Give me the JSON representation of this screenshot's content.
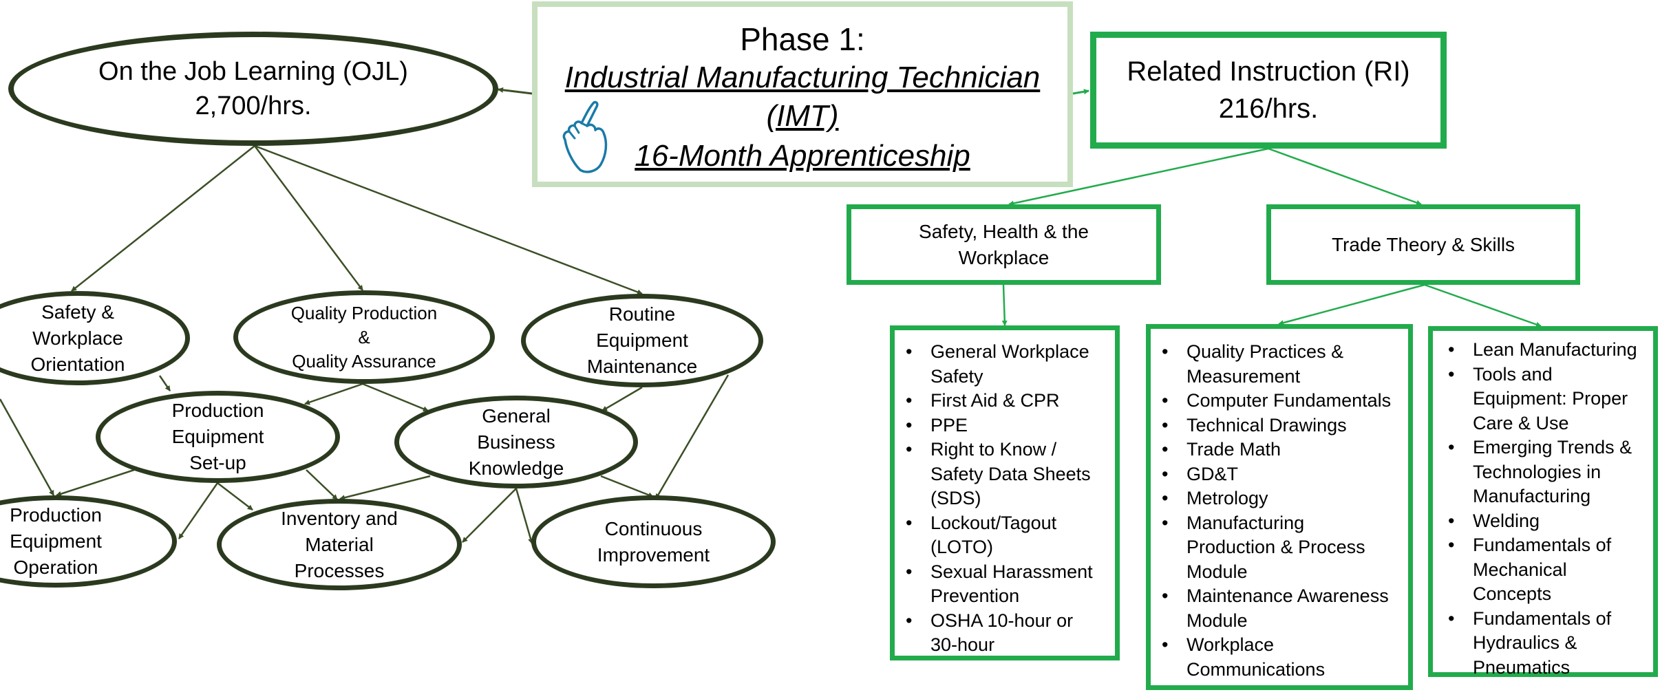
{
  "phase": {
    "title": "Phase 1:",
    "line1": "Industrial Manufacturing Technician",
    "line2": "(IMT)",
    "line3": "16-Month Apprenticeship",
    "icon": "hand-pointer-icon"
  },
  "ojl": {
    "title": "On the Job Learning (OJL)",
    "hours": "2,700/hrs.",
    "nodes": {
      "safety_1": "Safety &",
      "safety_2": "Workplace",
      "safety_3": "Orientation",
      "quality_1": "Quality Production",
      "quality_2": "&",
      "quality_3": "Quality Assurance",
      "routine_1": "Routine",
      "routine_2": "Equipment",
      "routine_3": "Maintenance",
      "setup_1": "Production",
      "setup_2": "Equipment",
      "setup_3": "Set-up",
      "gbk_1": "General",
      "gbk_2": "Business",
      "gbk_3": "Knowledge",
      "operation_1": "Production",
      "operation_2": "Equipment",
      "operation_3": "Operation",
      "inventory_1": "Inventory and",
      "inventory_2": "Material",
      "inventory_3": "Processes",
      "ci_1": "Continuous",
      "ci_2": "Improvement"
    }
  },
  "ri": {
    "title": "Related Instruction (RI)",
    "hours": "216/hrs.",
    "shw_1": "Safety, Health & the",
    "shw_2": "Workplace",
    "tts": "Trade Theory & Skills",
    "list_safety": [
      [
        "General Workplace",
        "Safety"
      ],
      [
        "First Aid & CPR"
      ],
      [
        "PPE"
      ],
      [
        "Right to Know /",
        "Safety Data Sheets",
        "(SDS)"
      ],
      [
        "Lockout/Tagout",
        "(LOTO)"
      ],
      [
        "Sexual Harassment",
        "Prevention"
      ],
      [
        "OSHA 10-hour or",
        "30-hour"
      ]
    ],
    "list_trade": [
      [
        "Quality Practices &",
        "Measurement"
      ],
      [
        "Computer Fundamentals"
      ],
      [
        "Technical Drawings"
      ],
      [
        "Trade Math"
      ],
      [
        "GD&T"
      ],
      [
        "Metrology"
      ],
      [
        "Manufacturing",
        "Production & Process",
        "Module"
      ],
      [
        "Maintenance Awareness",
        "Module"
      ],
      [
        "Workplace",
        "Communications"
      ]
    ],
    "list_skills": [
      [
        "Lean Manufacturing"
      ],
      [
        "Tools and",
        "Equipment: Proper",
        "Care & Use"
      ],
      [
        "Emerging Trends &",
        "Technologies in",
        "Manufacturing"
      ],
      [
        "Welding"
      ],
      [
        "Fundamentals of",
        "Mechanical",
        "Concepts"
      ],
      [
        "Fundamentals of",
        "Hydraulics &",
        "Pneumatics"
      ]
    ]
  },
  "colors": {
    "ojl_stroke": "#2b3a1f",
    "ri_green": "#22ab4c",
    "phase_border": "#c7dfbe",
    "icon_blue": "#1a7aa8"
  }
}
